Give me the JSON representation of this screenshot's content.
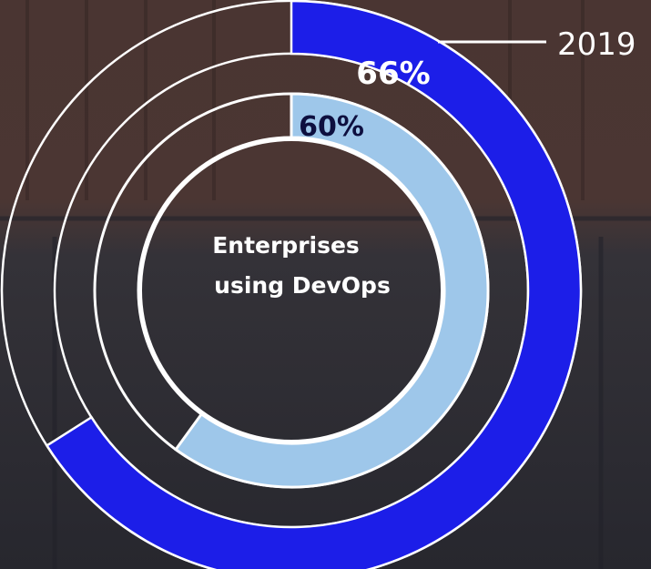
{
  "chart_data": {
    "type": "donut",
    "center_label_line1": "Enterprises",
    "center_label_line2": "using DevOps",
    "series": [
      {
        "name": "2019",
        "value": 66,
        "label": "66%",
        "ring": "outer",
        "color": "#1c1ee8",
        "label_color": "#ffffff"
      },
      {
        "value": 60,
        "label": "60%",
        "ring": "inner",
        "color": "#9ec7ea",
        "label_color": "#0d0f3f"
      }
    ],
    "legend": [
      {
        "label": "2019",
        "series": "outer"
      }
    ],
    "unit": "%",
    "max": 100
  },
  "colors": {
    "ring_outline": "#ffffff",
    "center_text": "#ffffff",
    "legend_text": "#ffffff"
  }
}
